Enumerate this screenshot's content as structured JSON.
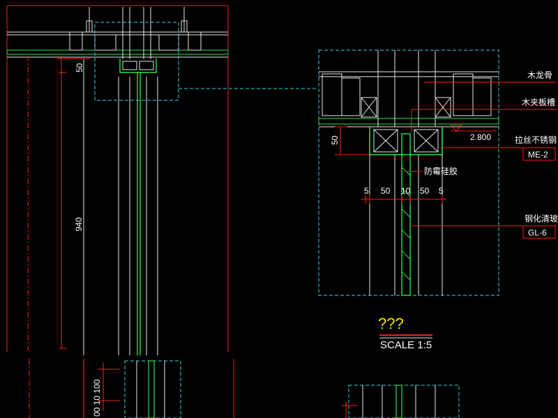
{
  "callouts": [
    {
      "label": "木龙骨"
    },
    {
      "label": "木夹板槽"
    },
    {
      "label": "拉丝不锈钢",
      "tag": "ME-2"
    },
    {
      "label": "防霉硅胶"
    },
    {
      "label": "钢化清玻",
      "tag": "GL-6"
    }
  ],
  "level": "2.800",
  "dims": {
    "left_vertical_top": "50",
    "left_vertical_main": "940",
    "detail_vertical": "50",
    "detail_horizontal": [
      "5",
      "50",
      "10",
      "50",
      "5"
    ],
    "bottom_left": "00 10 100"
  },
  "detail_title": {
    "name": "???",
    "scale": "SCALE 1:5"
  },
  "colors": {
    "background": "#000000",
    "grid_red": "#ff1a1a",
    "cyan": "#3fd6d6",
    "glass_green": "#27e34a",
    "title_yellow": "#f2e600",
    "text_white": "#ffffff"
  }
}
